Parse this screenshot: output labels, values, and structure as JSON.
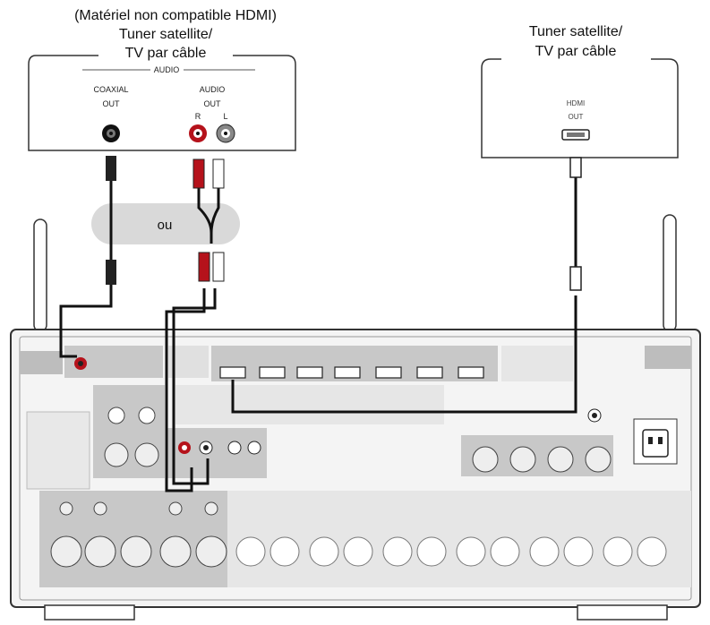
{
  "left_device": {
    "title_line1": "(Matériel non compatible HDMI)",
    "title_line2": "Tuner satellite/",
    "title_line3": "TV par câble",
    "audio_group_label": "AUDIO",
    "coaxial_label_1": "COAXIAL",
    "coaxial_label_2": "OUT",
    "audio_out_label_1": "AUDIO",
    "audio_out_label_2": "OUT",
    "r_label": "R",
    "l_label": "L"
  },
  "right_device": {
    "title_line1": "Tuner satellite/",
    "title_line2": "TV par câble",
    "hdmi_label_1": "HDMI",
    "hdmi_label_2": "OUT"
  },
  "or_label": "ou",
  "colors": {
    "cable": "#111111",
    "receiver_body": "#f4f4f4",
    "panel_gray": "#c8c8c8",
    "highlight_red": "#b5121b",
    "ou_bubble": "#d9d9d9"
  }
}
